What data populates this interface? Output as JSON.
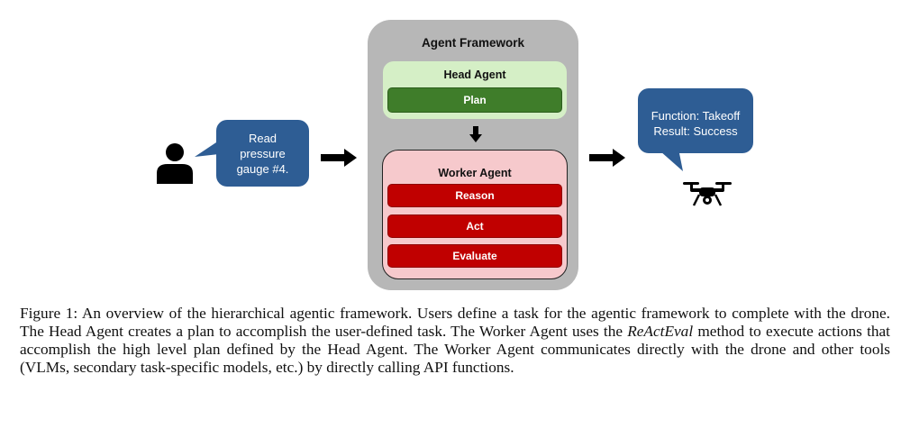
{
  "user_bubble": {
    "text": "Read pressure gauge #4."
  },
  "framework": {
    "title": "Agent Framework",
    "head_agent": {
      "title": "Head Agent",
      "plan_label": "Plan"
    },
    "worker_agent": {
      "title": "Worker Agent",
      "actions": [
        "Reason",
        "Act",
        "Evaluate"
      ]
    }
  },
  "drone_bubble": {
    "line1": "Function: Takeoff",
    "line2": "Result: Success"
  },
  "caption": {
    "part1": "Figure 1: An overview of the hierarchical agentic framework. Users define a task for the agentic framework to complete with the drone. The Head Agent creates a plan to accomplish the user-defined task. The Worker Agent uses the ",
    "method": "ReActEval",
    "part2": " method to execute actions that accomplish the high level plan defined by the Head Agent. The Worker Agent communicates directly with the drone and other tools (VLMs, secondary task-specific models, etc.) by directly calling API functions."
  },
  "colors": {
    "bubble": "#2e5d94",
    "framework_bg": "#b7b7b7",
    "head_agent_bg": "#d5efc6",
    "plan_green": "#3f7d2a",
    "worker_bg": "#f6c9cc",
    "action_red": "#c00000"
  },
  "icons": [
    "user-icon",
    "drone-icon",
    "right-arrow-icon",
    "down-arrow-icon"
  ]
}
